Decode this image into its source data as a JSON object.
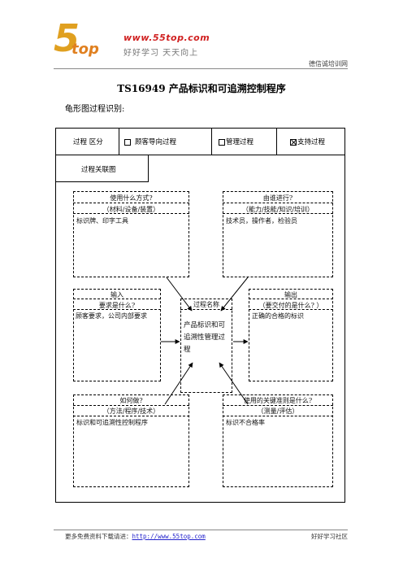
{
  "header": {
    "logo_num": "5",
    "logo_top": "top",
    "logo_url": "www.55top.com",
    "logo_slogan": "好好学习  天天向上",
    "org_name": "德信诚培训网"
  },
  "document": {
    "title": "TS16949 产品标识和可追溯控制程序",
    "subtitle": "龟形图过程识别:"
  },
  "form": {
    "process_label": "过程  区分",
    "options": [
      {
        "label": "顾客导向过程",
        "checked": false
      },
      {
        "label": "管理过程",
        "checked": false
      },
      {
        "label": "支持过程",
        "checked": true
      }
    ],
    "relation_label": "过程关联图"
  },
  "diagram": {
    "what": {
      "title": "使用什么方式?",
      "subtitle": "（材料/设备/装置）",
      "content": "标识牌、印字工具"
    },
    "who": {
      "title": "由谁进行?",
      "subtitle": "（能力/技能/知识/培训）",
      "content": "技术员，操作者，检验员"
    },
    "input": {
      "title": "输入",
      "subtitle": "要求是什么?",
      "content": "顾客要求，公司内部要求"
    },
    "process": {
      "title": "过程名称",
      "content_lines": [
        "产品标识和可",
        "追溯性管理过",
        "程"
      ]
    },
    "output": {
      "title": "输出",
      "subtitle": "（要交付的是什么? ）",
      "content": "正确的合格的标识"
    },
    "how": {
      "title": "如何做?",
      "subtitle": "（方法/程序/技术）",
      "content": "标识和可追溯性控制程序"
    },
    "criteria": {
      "title": "使用的关键准则是什么?",
      "subtitle": "（测量/评估）",
      "content": "标识不合格率"
    }
  },
  "footer": {
    "left_text": "更多免费资料下载请进：",
    "link": "http://www.55top.com",
    "right_text": "好好学习社区"
  },
  "colors": {
    "logo_orange": "#e0a020",
    "logo_red": "#d02020",
    "link_blue": "#2222cc"
  }
}
